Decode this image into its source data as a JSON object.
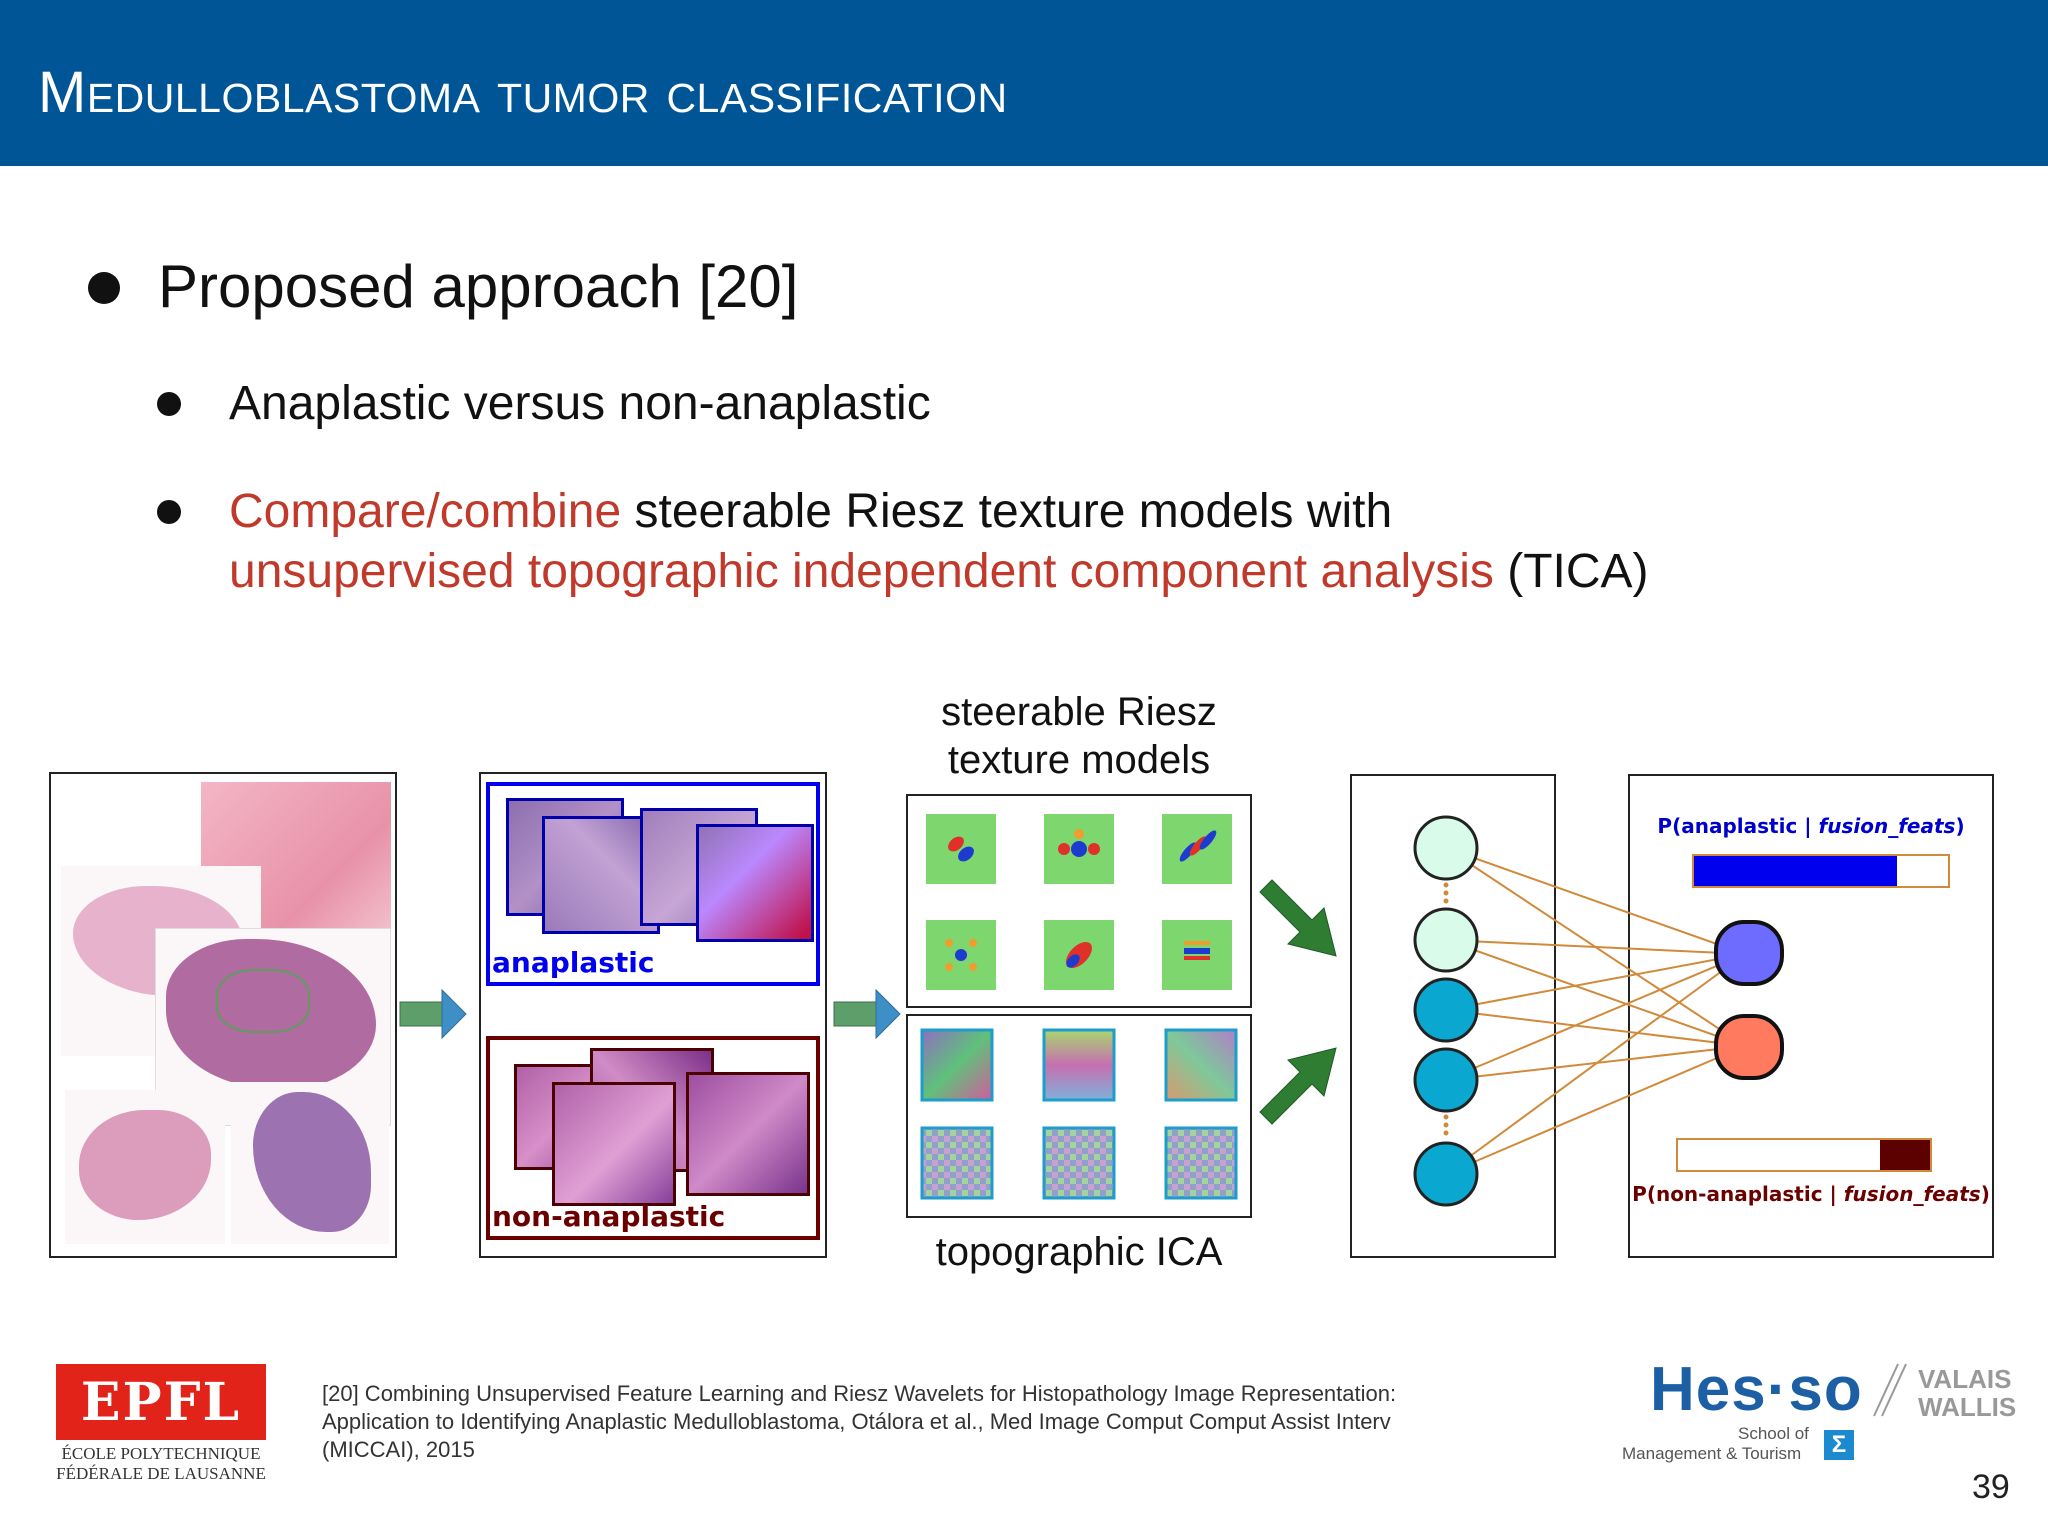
{
  "title": "Medulloblastoma tumor classification",
  "bullets": {
    "main": "Proposed approach [20]",
    "sub1": "Anaplastic versus non-anaplastic",
    "sub2_red1": "Compare/combine",
    "sub2_black1": " steerable Riesz texture models with",
    "sub2_red2": "unsupervised topographic independent component analysis",
    "sub2_black2": " (TICA)"
  },
  "diagram": {
    "label_anaplastic": "anaplastic",
    "label_non_anaplastic": "non-anaplastic",
    "riesz_line1": "steerable Riesz",
    "riesz_line2": "texture models",
    "tica_label": "topographic ICA",
    "p_anaplastic_prefix": "P(anaplastic | ",
    "p_anaplastic_feat": "fusion_feats",
    "p_anaplastic_suffix": ")",
    "p_non_prefix": "P(non-anaplastic | ",
    "p_non_feat": "fusion_feats",
    "p_non_suffix": ")",
    "p_anaplastic_value": 0.8,
    "p_non_anaplastic_value": 0.2,
    "colors": {
      "anaplastic": "#0000ee",
      "non_anaplastic": "#6b0000",
      "arrow": "#2e7d32"
    }
  },
  "footer": {
    "reference_line1": "[20] Combining Unsupervised Feature Learning and Riesz Wavelets for Histopathology Image Representation:",
    "reference_line2": "Application to Identifying Anaplastic Medulloblastoma, Otálora et al., Med Image Comput Comput Assist Interv",
    "reference_line3": "(MICCAI), 2015",
    "epfl_logo_text": "EPFL",
    "epfl_line1": "ÉCOLE POLYTECHNIQUE",
    "epfl_line2": "FÉDÉRALE DE LAUSANNE",
    "hes_logo_text": "Hes·so",
    "hes_valais": "VALAIS",
    "hes_wallis": "WALLIS",
    "hes_school1": "School of",
    "hes_school2": "Management & Tourism",
    "page_number": "39"
  }
}
